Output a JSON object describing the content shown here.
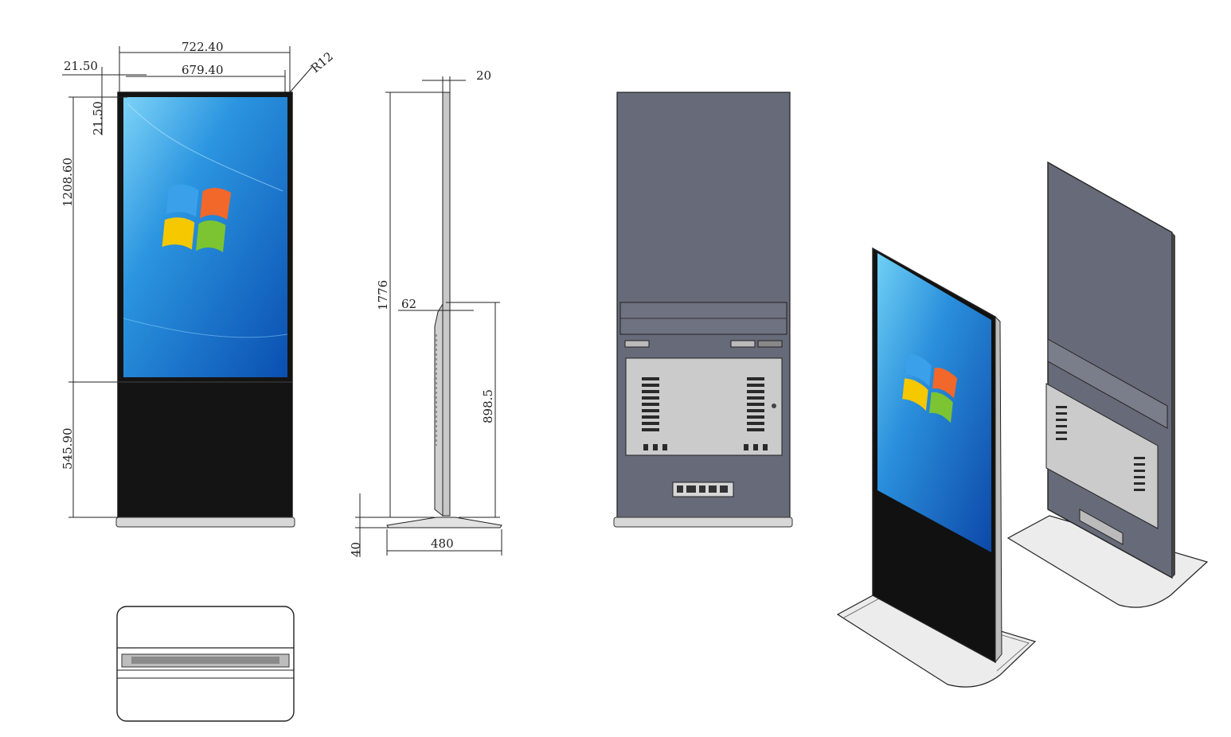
{
  "dimensions": {
    "overall_width": "722.40",
    "screen_width": "679.40",
    "side_bezel": "21.50",
    "top_bezel": "21.50",
    "corner_radius": "R12",
    "screen_height": "1208.60",
    "base_section_height": "545.90",
    "depth": "20",
    "total_height": "1776",
    "bracket_offset": "62",
    "bracket_height": "898.5",
    "base_thickness": "40",
    "base_depth": "480"
  },
  "colors": {
    "line": "#222222",
    "screen_blue_light": "#5cc4f5",
    "screen_blue_dark": "#0b57b8",
    "cabinet_black": "#141414",
    "back_panel_gray": "#676a78",
    "vent_plate_gray": "#c9c9c9",
    "base_gray": "#e6e6e6"
  },
  "views": [
    "front-view",
    "side-view",
    "top-view",
    "rear-view",
    "iso-front-view",
    "iso-rear-view"
  ],
  "icons": [
    "windows-logo-icon"
  ]
}
